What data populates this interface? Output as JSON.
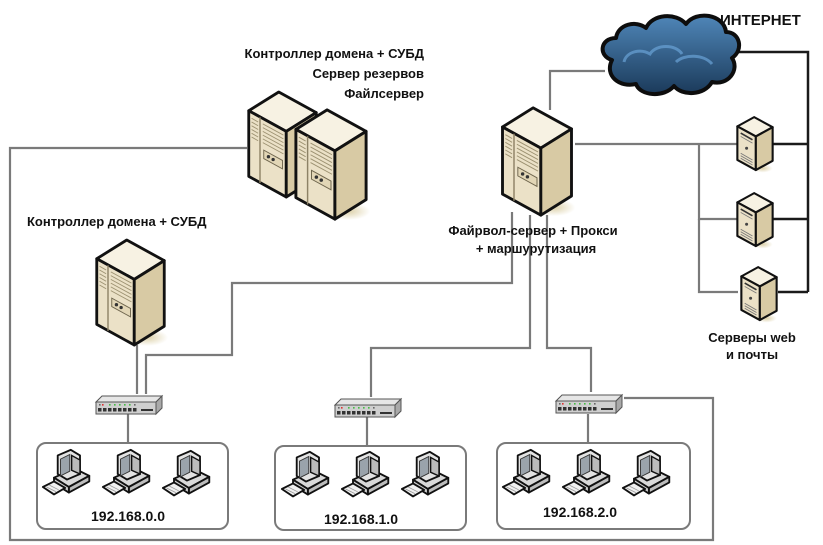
{
  "title": "Схема локальной сети",
  "colors": {
    "wire": "#7a7a7a",
    "wire_dark": "#1a1a1a",
    "server_body": "#ece3cc",
    "server_side": "#d9cca8",
    "server_top": "#f6f1e2",
    "cloud": "#3d6f9e",
    "cloud_dark": "#17324d",
    "text": "#111111"
  },
  "labels": {
    "internet": "ИНТЕРНЕТ",
    "main_servers": [
      "Контроллер домена + СУБД",
      "Сервер резервов",
      "Файлсервер"
    ],
    "secondary_dc": "Контроллер домена + СУБД",
    "firewall": [
      "Файрвол-сервер + Прокси",
      "+ маршурутизация"
    ],
    "web_servers": [
      "Серверы web",
      "и почты"
    ]
  },
  "nodes": {
    "internet": {
      "type": "cloud-icon"
    },
    "main_servers": {
      "type": "server-tower-pair",
      "roles": [
        "Контроллер домена + СУБД",
        "Сервер резервов",
        "Файлсервер"
      ]
    },
    "secondary_dc": {
      "type": "server-tower"
    },
    "firewall": {
      "type": "server-tower"
    },
    "web_servers": {
      "type": "server-small",
      "count": 3
    },
    "switches": {
      "type": "network-switch",
      "count": 3
    }
  },
  "subnets": [
    {
      "address": "192.168.0.0",
      "workstations": 3
    },
    {
      "address": "192.168.1.0",
      "workstations": 3
    },
    {
      "address": "192.168.2.0",
      "workstations": 3
    }
  ]
}
